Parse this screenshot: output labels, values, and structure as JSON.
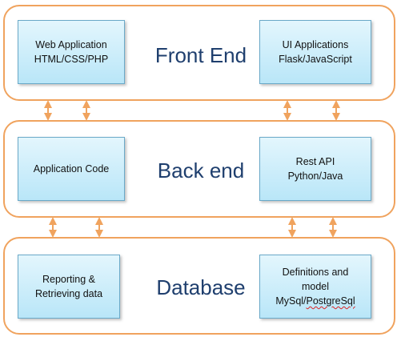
{
  "front_end": {
    "title": "Front End",
    "left_box": {
      "line1": "Web Application",
      "line2": "HTML/CSS/PHP"
    },
    "right_box": {
      "line1": "UI Applications",
      "line2": "Flask/JavaScript"
    }
  },
  "back_end": {
    "title": "Back end",
    "left_box": {
      "line1": "Application Code"
    },
    "right_box": {
      "line1": "Rest API",
      "line2": "Python/Java"
    }
  },
  "database": {
    "title": "Database",
    "left_box": {
      "line1": "Reporting &",
      "line2": "Retrieving data"
    },
    "right_box": {
      "line1": "Definitions and",
      "line2": "model",
      "line3_a": "MySql/",
      "line3_b": "PostgreSql"
    }
  },
  "colors": {
    "tier_border": "#f0a35e",
    "arrow": "#f0a35e",
    "title_text": "#1f3f6e",
    "box_fill": "#bfe8f9"
  }
}
